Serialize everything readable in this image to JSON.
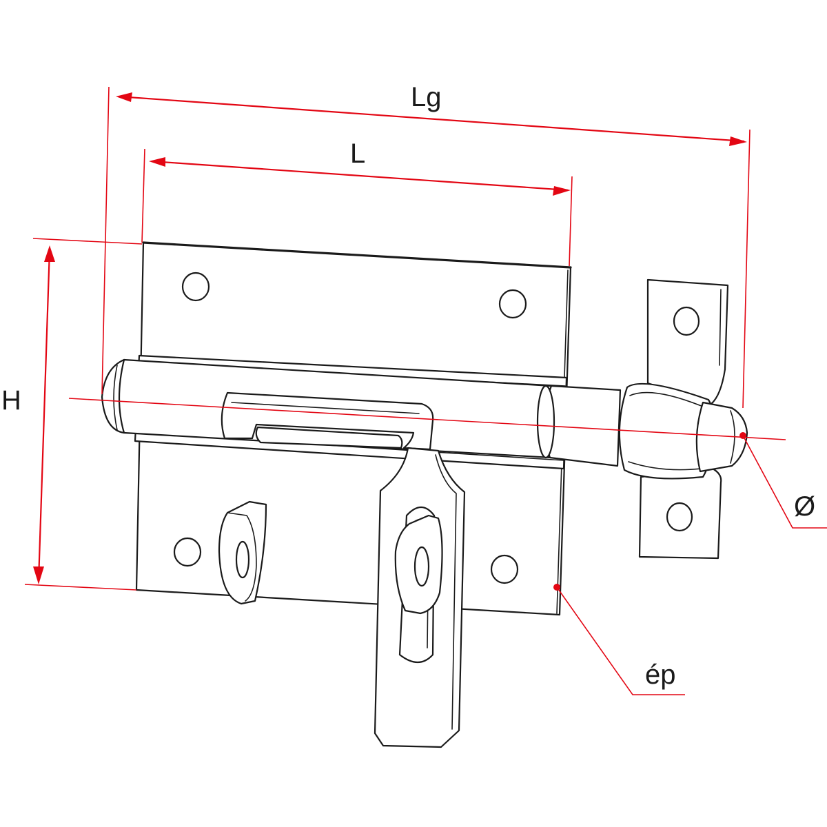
{
  "labels": {
    "overall_length": "Lg",
    "plate_length": "L",
    "height": "H",
    "diameter": "Ø",
    "thickness": "ép"
  },
  "colors": {
    "dimension": "#e30613",
    "outline": "#1a1a1a",
    "fill": "#ffffff"
  }
}
